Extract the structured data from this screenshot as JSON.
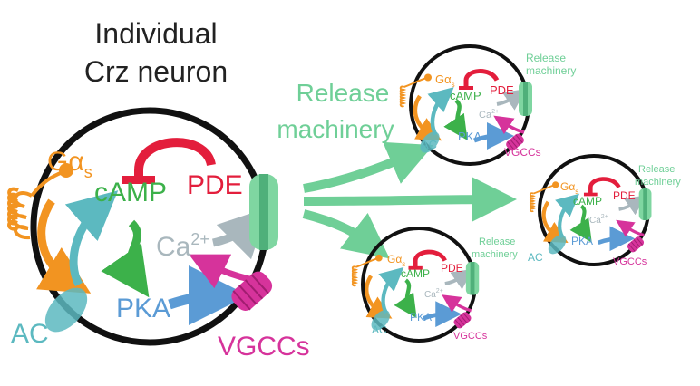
{
  "title": {
    "line1": "Individual",
    "line2": "Crz neuron"
  },
  "release_machinery": {
    "line1": "Release",
    "line2": "machinery"
  },
  "labels": {
    "galpha": "Gα",
    "galpha_sub": "s",
    "camp": "cAMP",
    "pde": "PDE",
    "ca": "Ca",
    "ca_sup": "2+",
    "pka": "PKA",
    "ac": "AC",
    "vgccs": "VGCCs"
  },
  "colors": {
    "galpha": "#f29421",
    "camp": "#3cb14a",
    "pde": "#e31e3c",
    "ca": "#a9b7bd",
    "pka": "#5b9bd5",
    "ac": "#5cb9c0",
    "vgcc": "#d6339b",
    "release": "#6fcf97"
  }
}
